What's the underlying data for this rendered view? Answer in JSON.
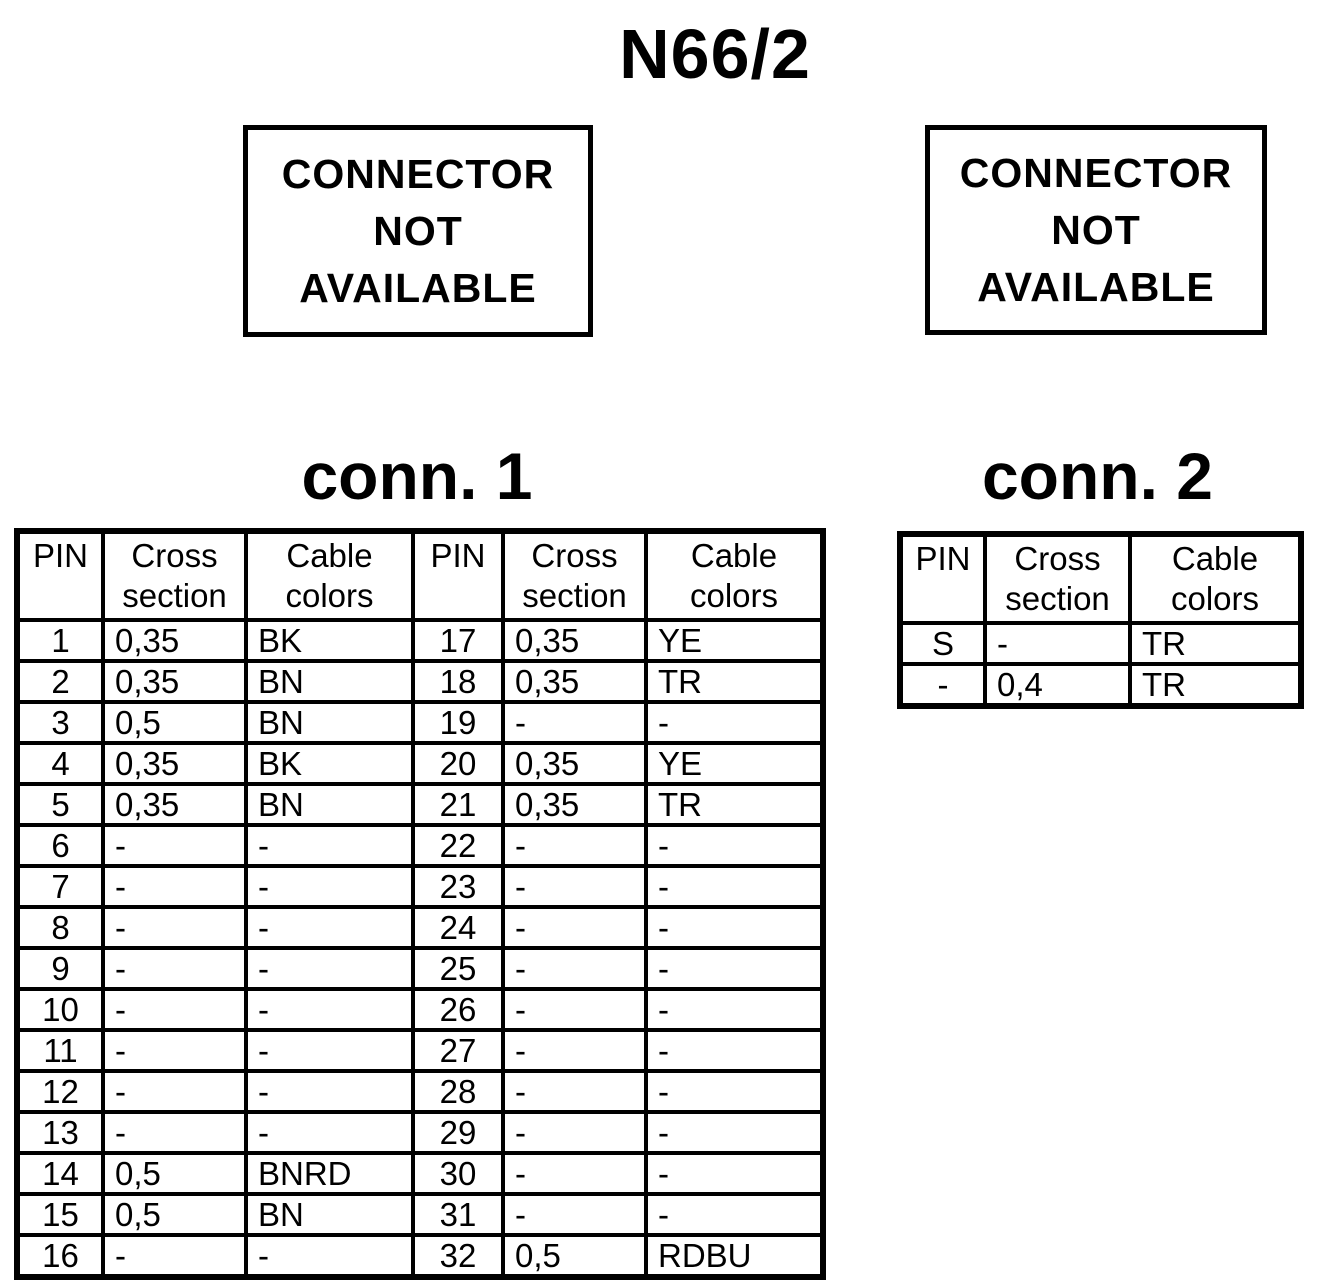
{
  "page": {
    "title": "N66/2"
  },
  "notices": {
    "left": "CONNECTOR\nNOT\nAVAILABLE",
    "right": "CONNECTOR\nNOT\nAVAILABLE"
  },
  "tables": {
    "conn1": {
      "title": "conn. 1",
      "headers": {
        "pin": "PIN",
        "cross": "Cross\nsection",
        "colors": "Cable\ncolors"
      },
      "left_rows": [
        {
          "pin": "1",
          "cross": "0,35",
          "colors": "BK"
        },
        {
          "pin": "2",
          "cross": "0,35",
          "colors": "BN"
        },
        {
          "pin": "3",
          "cross": "0,5",
          "colors": "BN"
        },
        {
          "pin": "4",
          "cross": "0,35",
          "colors": "BK"
        },
        {
          "pin": "5",
          "cross": "0,35",
          "colors": "BN"
        },
        {
          "pin": "6",
          "cross": "-",
          "colors": "-"
        },
        {
          "pin": "7",
          "cross": "-",
          "colors": "-"
        },
        {
          "pin": "8",
          "cross": "-",
          "colors": "-"
        },
        {
          "pin": "9",
          "cross": "-",
          "colors": "-"
        },
        {
          "pin": "10",
          "cross": "-",
          "colors": "-"
        },
        {
          "pin": "11",
          "cross": "-",
          "colors": "-"
        },
        {
          "pin": "12",
          "cross": "-",
          "colors": "-"
        },
        {
          "pin": "13",
          "cross": "-",
          "colors": "-"
        },
        {
          "pin": "14",
          "cross": "0,5",
          "colors": "BNRD"
        },
        {
          "pin": "15",
          "cross": "0,5",
          "colors": "BN"
        },
        {
          "pin": "16",
          "cross": "-",
          "colors": "-"
        }
      ],
      "right_rows": [
        {
          "pin": "17",
          "cross": "0,35",
          "colors": "YE"
        },
        {
          "pin": "18",
          "cross": "0,35",
          "colors": "TR"
        },
        {
          "pin": "19",
          "cross": "-",
          "colors": "-"
        },
        {
          "pin": "20",
          "cross": "0,35",
          "colors": "YE"
        },
        {
          "pin": "21",
          "cross": "0,35",
          "colors": "TR"
        },
        {
          "pin": "22",
          "cross": "-",
          "colors": "-"
        },
        {
          "pin": "23",
          "cross": "-",
          "colors": "-"
        },
        {
          "pin": "24",
          "cross": "-",
          "colors": "-"
        },
        {
          "pin": "25",
          "cross": "-",
          "colors": "-"
        },
        {
          "pin": "26",
          "cross": "-",
          "colors": "-"
        },
        {
          "pin": "27",
          "cross": "-",
          "colors": "-"
        },
        {
          "pin": "28",
          "cross": "-",
          "colors": "-"
        },
        {
          "pin": "29",
          "cross": "-",
          "colors": "-"
        },
        {
          "pin": "30",
          "cross": "-",
          "colors": "-"
        },
        {
          "pin": "31",
          "cross": "-",
          "colors": "-"
        },
        {
          "pin": "32",
          "cross": "0,5",
          "colors": "RDBU"
        }
      ]
    },
    "conn2": {
      "title": "conn. 2",
      "headers": {
        "pin": "PIN",
        "cross": "Cross\nsection",
        "colors": "Cable\ncolors"
      },
      "rows": [
        {
          "pin": "S",
          "cross": "-",
          "colors": "TR"
        },
        {
          "pin": "-",
          "cross": "0,4",
          "colors": "TR"
        }
      ]
    }
  },
  "colors": {
    "ink": "#000000",
    "paper": "#ffffff"
  }
}
